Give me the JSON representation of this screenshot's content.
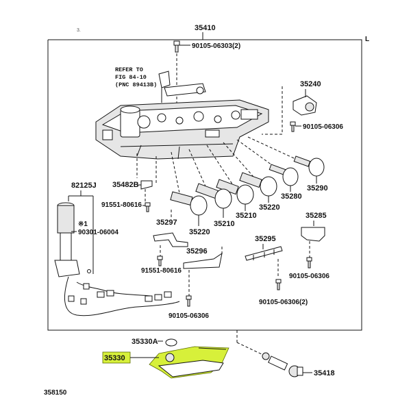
{
  "diagram": {
    "corner_marks": {
      "top_left": "3.",
      "top_right": "L"
    },
    "footer_code": "358150",
    "assembly_label": "35410",
    "callouts": {
      "c35410": "35410",
      "bolt_top": "90105-06303(2)",
      "refer_line1": "REFER TO",
      "refer_line2": "FIG 84-10",
      "refer_line3": "(PNC 89413B)",
      "c35240": "35240",
      "bolt_35240": "90105-06306",
      "c82125J": "82125J",
      "c35482B": "35482B",
      "c91551_a": "91551-80616",
      "x1_mark": "※1",
      "c90301": "90301-06004",
      "c35290": "35290",
      "c35280": "35280",
      "c35220_right": "35220",
      "c35210_right": "35210",
      "c35210_left": "35210",
      "c35220_left": "35220",
      "c35297": "35297",
      "c35296": "35296",
      "c91551_b": "91551-80616",
      "c90105_bottom": "90105-06306",
      "c35295": "35295",
      "c90105_06306_2": "90105-06306(2)",
      "c35285": "35285",
      "c90105_right": "90105-06306",
      "c35330A": "35330A",
      "c35330": "35330",
      "c35418": "35418"
    },
    "highlight_color": "#d7f03a"
  }
}
